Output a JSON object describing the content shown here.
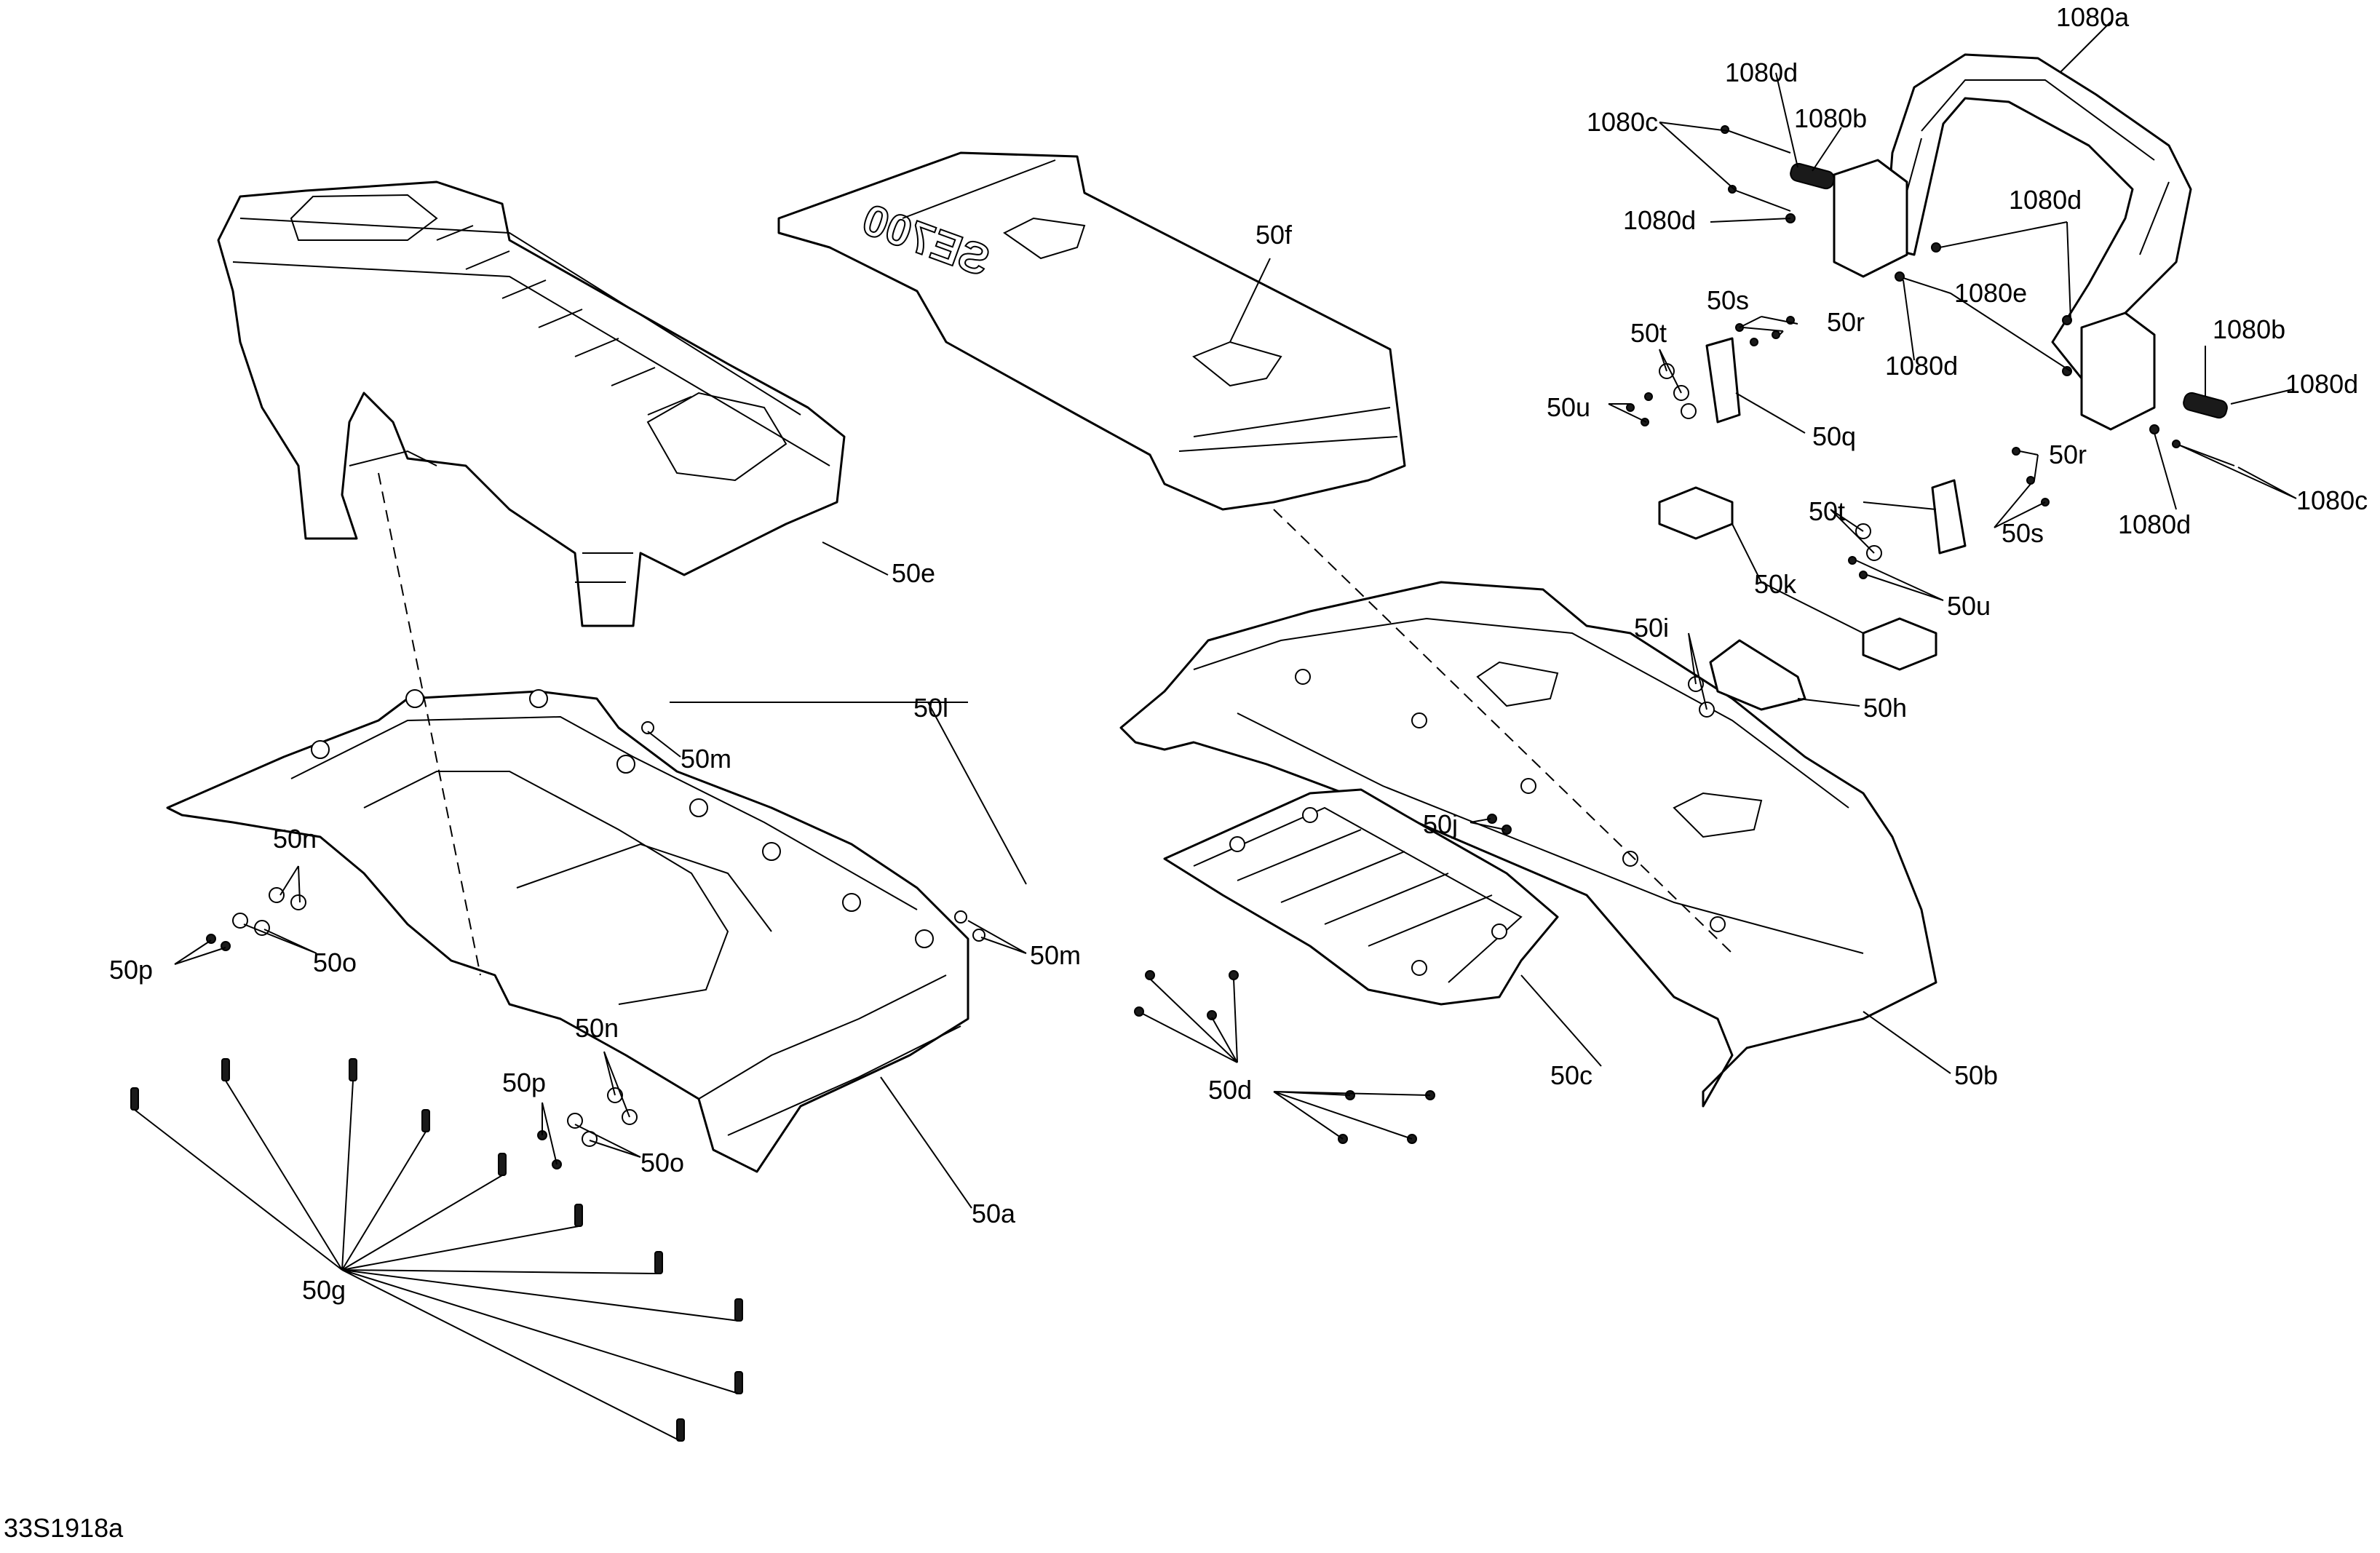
{
  "drawing_id": "33S1918a",
  "emblem_text": "SE700",
  "callouts": {
    "c1080a": "1080a",
    "c1080b": "1080b",
    "c1080c": "1080c",
    "c1080d": "1080d",
    "c1080e": "1080e",
    "c50a": "50a",
    "c50b": "50b",
    "c50c": "50c",
    "c50d": "50d",
    "c50e": "50e",
    "c50f": "50f",
    "c50g": "50g",
    "c50h": "50h",
    "c50i": "50i",
    "c50j": "50j",
    "c50k": "50k",
    "c50l": "50l",
    "c50m": "50m",
    "c50n": "50n",
    "c50o": "50o",
    "c50p": "50p",
    "c50q": "50q",
    "c50r": "50r",
    "c50s": "50s",
    "c50t": "50t",
    "c50u": "50u"
  }
}
